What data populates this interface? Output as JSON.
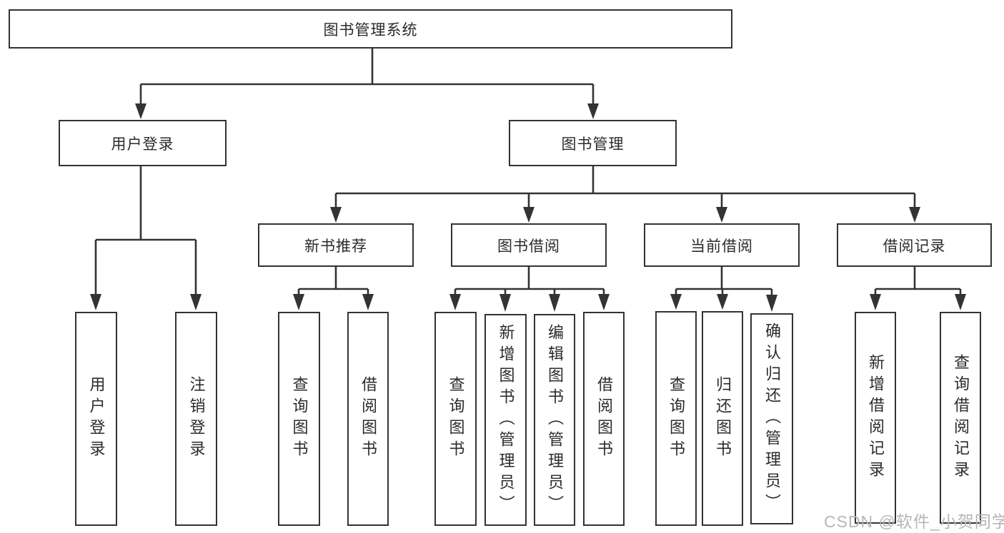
{
  "diagram": {
    "root": {
      "label": "图书管理系统"
    },
    "branches": [
      {
        "label": "用户登录",
        "children": [
          {
            "label": "用户登录"
          },
          {
            "label": "注销登录"
          }
        ]
      },
      {
        "label": "图书管理",
        "children": [
          {
            "label": "新书推荐",
            "children": [
              {
                "label": "查询图书"
              },
              {
                "label": "借阅图书"
              }
            ]
          },
          {
            "label": "图书借阅",
            "children": [
              {
                "label": "查询图书"
              },
              {
                "label": "新增图书（管理员）"
              },
              {
                "label": "编辑图书（管理员）"
              },
              {
                "label": "借阅图书"
              }
            ]
          },
          {
            "label": "当前借阅",
            "children": [
              {
                "label": "查询图书"
              },
              {
                "label": "归还图书"
              },
              {
                "label": "确认归还（管理员）"
              }
            ]
          },
          {
            "label": "借阅记录",
            "children": [
              {
                "label": "新增借阅记录"
              },
              {
                "label": "查询借阅记录"
              }
            ]
          }
        ]
      }
    ],
    "watermark": "CSDN @软件_小贺同学",
    "colors": {
      "line": "#333333",
      "text": "#2b2b2b",
      "watermark": "#b6b6ba",
      "background": "#ffffff"
    }
  }
}
